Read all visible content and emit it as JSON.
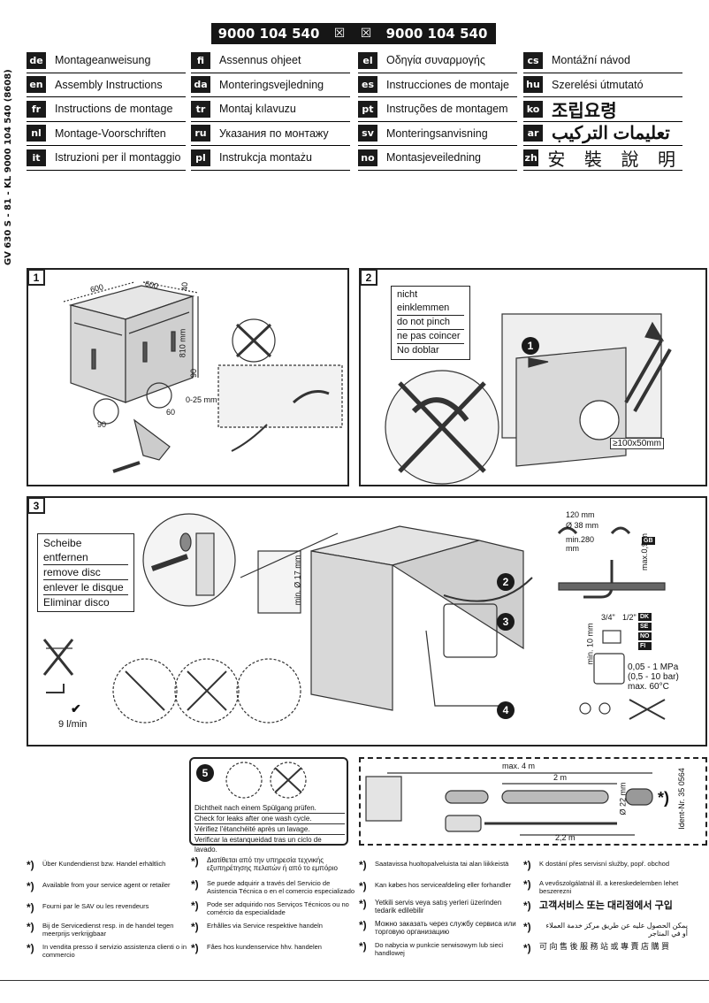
{
  "header": {
    "code_left": "9000 104 540",
    "code_right": "9000 104 540",
    "icon": "crossed-box-icon"
  },
  "side_text": "GV 630 S - 81 - KL      9000 104 540  (8608)",
  "languages": [
    {
      "code": "de",
      "name": "Montageanweisung"
    },
    {
      "code": "en",
      "name": "Assembly Instructions"
    },
    {
      "code": "fr",
      "name": "Instructions de montage"
    },
    {
      "code": "nl",
      "name": "Montage-Voorschriften"
    },
    {
      "code": "it",
      "name": "Istruzioni per il montaggio"
    },
    {
      "code": "fi",
      "name": "Assennus ohjeet"
    },
    {
      "code": "da",
      "name": "Monteringsvejledning"
    },
    {
      "code": "tr",
      "name": "Montaj kılavuzu"
    },
    {
      "code": "ru",
      "name": "Указания по монтажу"
    },
    {
      "code": "pl",
      "name": "Instrukcja montażu"
    },
    {
      "code": "el",
      "name": "Οδηγία συναρμογής"
    },
    {
      "code": "es",
      "name": "Instrucciones de montaje"
    },
    {
      "code": "pt",
      "name": "Instruções de montagem"
    },
    {
      "code": "sv",
      "name": "Monteringsanvisning"
    },
    {
      "code": "no",
      "name": "Montasjeveiledning"
    },
    {
      "code": "cs",
      "name": "Montážní návod"
    },
    {
      "code": "hu",
      "name": "Szerelési útmutató"
    },
    {
      "code": "ko",
      "name": "조립요령"
    },
    {
      "code": "ar",
      "name": "تعليمات التركيب"
    },
    {
      "code": "zh",
      "name": "安 裝 說 明"
    }
  ],
  "panel1": {
    "num": "1",
    "dims": [
      "600",
      "600",
      "40",
      "810 mm",
      "90",
      "90",
      "60",
      "0-25 mm"
    ]
  },
  "panel2": {
    "num": "2",
    "labels": [
      "nicht einklemmen",
      "do not pinch",
      "ne pas coincer",
      "No doblar"
    ],
    "step": "1",
    "size": "≥100x50mm"
  },
  "panel3": {
    "num": "3",
    "labels": [
      "Scheibe entfernen",
      "remove disc",
      "enlever le disque",
      "Eliminar disco"
    ],
    "min17": "min. Ø 17 mm",
    "flow": "9 l/min",
    "steps": [
      "2",
      "3",
      "4"
    ],
    "siphon": {
      "a": "120 mm",
      "b": "Ø 38 mm",
      "c": "min.280",
      "d": "mm",
      "e": "max.0,9 m",
      "gb": "GB"
    },
    "thread": {
      "a": "3/4\"",
      "b": "1/2\"",
      "min": "min. 10 mm",
      "codes": [
        "DK",
        "SE",
        "NO",
        "FI"
      ]
    },
    "pressure": [
      "0,05 - 1 MPa",
      "(0,5 - 10 bar)",
      "max. 60°C"
    ]
  },
  "panel5": {
    "num": "5",
    "lines": [
      "Dichtheit nach einem Spülgang prüfen.",
      "Check for leaks after one wash cycle.",
      "Vérifiez l'étanchéité après un lavage.",
      "Verificar la estanqueidad tras un ciclo de lavado."
    ]
  },
  "accessory": {
    "max": "max. 4 m",
    "hose": "2 m",
    "dia": "Ø 22 mm",
    "len": "2,2 m",
    "ident": "Ident-Nr. 35 0564",
    "star": "*)"
  },
  "notes": [
    [
      "Über Kundendienst bzw. Handel erhältlich",
      "Available from your service agent or retailer",
      "Fourni par le SAV ou les revendeurs",
      "Bij de Servicedienst resp. in de handel tegen meerprijs verkrijgbaar",
      "In vendita presso il servizio assistenza clienti o in commercio"
    ],
    [
      "Διατίθεται από την υπηρεσία τεχνικής εξυπηρέτησης πελατών ή από το εμπόριο",
      "Se puede adquirir a través del Servicio de Asistencia Técnica o en el comercio especializado",
      "Pode ser adquirido nos Serviços Técnicos ou no comércio da especialidade",
      "Erhålles via Service respektive handeln",
      "Fåes hos kundenservice hhv. handelen"
    ],
    [
      "Saatavissa huoltopalveluista tai alan liikkeistä",
      "Kan købes hos serviceafdeling eller forhandler",
      "Yetkili servis veya satış yerleri üzerinden tedarik edilebilir",
      "Можно заказать через службу сервиса или торговую организацию",
      "Do nabycia w punkcie serwisowym lub sieci handlowej"
    ],
    [
      "K dostání přes servisní služby, popř. obchod",
      "A vevőszolgálatnál ill. a kereskedelemben lehet beszerezni",
      "고객서비스 또는 대리점에서 구입",
      "يمكن الحصول عليه عن طريق مركز خدمة العملاء أو في المتاجر",
      "可 向 售 後 服 務 站 或 專 賣 店 購 買"
    ]
  ]
}
